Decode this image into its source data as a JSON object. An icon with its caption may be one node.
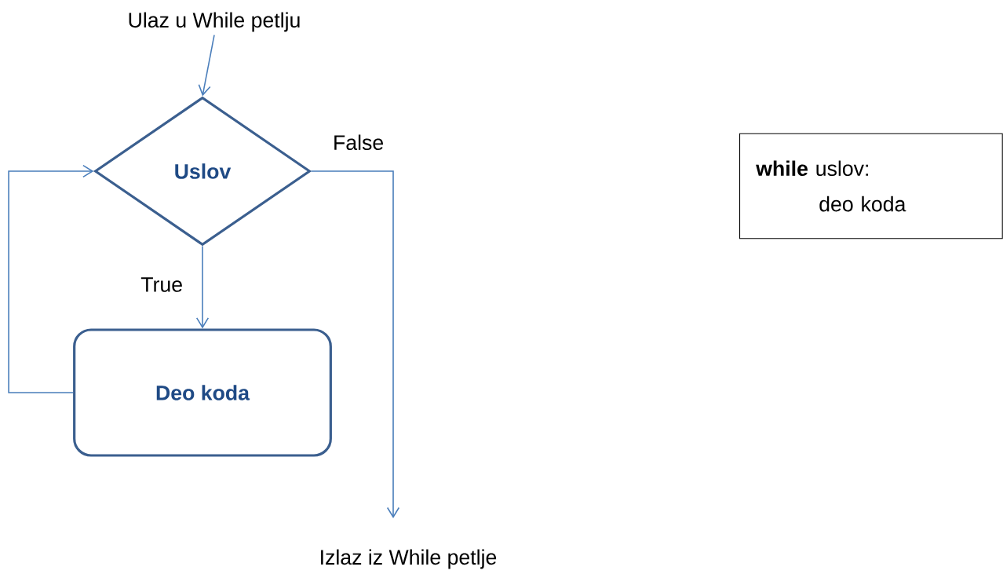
{
  "diagram": {
    "nodes": [
      {
        "text": [
          "Ulaz u While petlju"
        ]
      },
      {
        "text": [
          "Uslov"
        ]
      },
      {
        "text": [
          "Deo koda"
        ]
      },
      {
        "text": [
          "Izlaz iz While petlje"
        ]
      },
      {
        "text": [
          "**while**  uslov:",
          "deo koda"
        ]
      }
    ],
    "edges": [
      {
        "from": 0,
        "to": 1,
        "arrow": "to"
      },
      {
        "from": 1,
        "to": 2,
        "arrow": "to",
        "label": "True"
      },
      {
        "from": 2,
        "to": 1,
        "arrow": "to"
      },
      {
        "from": 1,
        "to": 3,
        "arrow": "to",
        "label": "False"
      }
    ]
  }
}
